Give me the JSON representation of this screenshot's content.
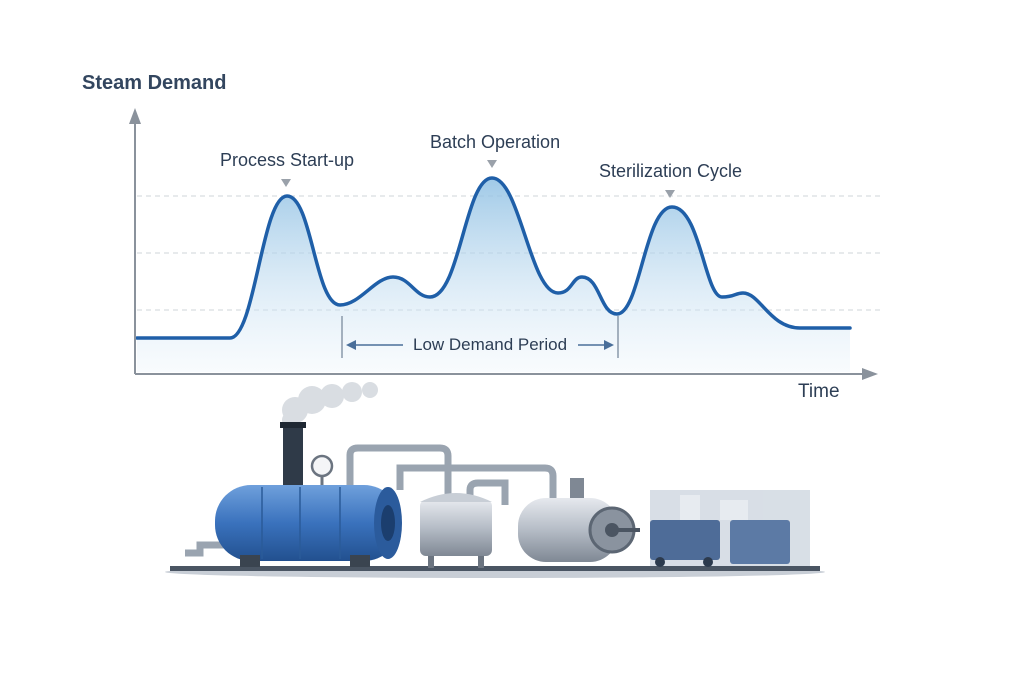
{
  "chart": {
    "y_axis_label": "Steam Demand",
    "x_axis_label": "Time",
    "annotations": [
      "Process Start-up",
      "Batch Operation",
      "Sterilization Cycle"
    ],
    "period_label": "Low Demand Period"
  },
  "colors": {
    "curve": "#1f5fa8",
    "fill": "#9cc8e6",
    "axis": "#8a929c",
    "text": "#2d3e55",
    "vessel_blue": "#3b78c4"
  }
}
